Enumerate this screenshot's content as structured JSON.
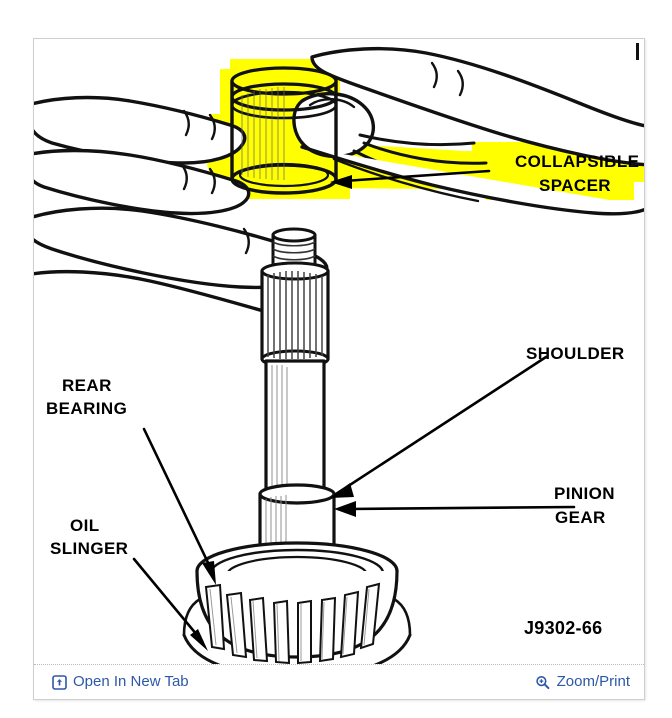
{
  "viewer": {
    "figure": {
      "code": "J9302-66",
      "highlight_color": "#FFFF00",
      "labels": [
        {
          "id": "collapsible-spacer",
          "line1": "COLLAPSIBLE",
          "line2": "SPACER",
          "highlighted": true
        },
        {
          "id": "shoulder",
          "line1": "SHOULDER",
          "line2": "",
          "highlighted": false
        },
        {
          "id": "pinion-gear",
          "line1": "PINION",
          "line2": "GEAR",
          "highlighted": false
        },
        {
          "id": "rear-bearing",
          "line1": "REAR",
          "line2": "BEARING",
          "highlighted": false
        },
        {
          "id": "oil-slinger",
          "line1": "OIL",
          "line2": "SLINGER",
          "highlighted": false
        }
      ]
    },
    "toolbar": {
      "open_in_new_tab_label": "Open In New Tab",
      "open_in_new_tab_icon": "external-link-icon",
      "zoom_print_label": "Zoom/Print",
      "zoom_print_icon": "magnifier-plus-icon",
      "link_color": "#2d58a7"
    }
  }
}
